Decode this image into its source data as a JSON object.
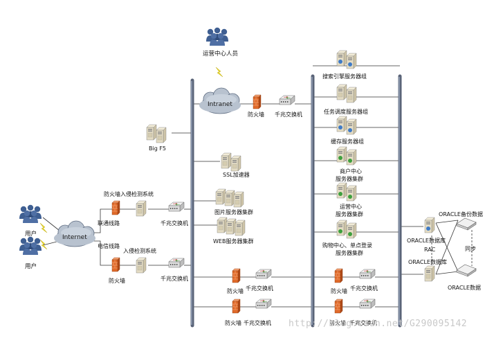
{
  "watermark": "http://blog.csdn.net/G290095142",
  "labels": {
    "ops_staff": "运营中心人员",
    "intranet": "Intranet",
    "internet": "Internet",
    "user1": "用户",
    "user2": "用户",
    "bigf5": "Big F5",
    "ssl": "SSL加速器",
    "image_cluster": "图片服务器集群",
    "web_cluster": "WEB服务器集群",
    "fw_ids_1": "防火墙入侵检测系统",
    "unicom_line": "联通线路",
    "telecom_line": "电信线路",
    "ids_2": "入侵检测系统",
    "fw_left_2": "防火墙",
    "switch_left_1": "千兆交换机",
    "switch_left_2": "千兆交换机",
    "fw_intranet": "防火墙",
    "switch_intranet": "千兆交换机",
    "fw_mid_1": "防火墙",
    "switch_mid_1": "千兆交换机",
    "fw_mid_2": "防火墙",
    "switch_mid_2": "千兆交换机",
    "fw_right_1": "防火墙",
    "switch_right_1": "千兆交换机",
    "fw_right_2": "防火墙",
    "switch_right_2": "千兆交换机",
    "search_group": "搜索引擎服务器组",
    "task_group": "任务调度服务器组",
    "cache_group": "缓存服务器组",
    "merchant_1": "商户中心",
    "merchant_2": "服务器集群",
    "ops_center_1": "运营中心",
    "ops_center_2": "服务器集群",
    "shop_1": "购物中心、单点登录",
    "shop_2": "服务器集群",
    "oracle_db_1": "ORACLE数据库",
    "rac": "RAC",
    "oracle_db_2": "ORACLE数据库",
    "oracle_backup": "ORACLE备份数据",
    "sync": "同步",
    "oracle_data": "ORACLE数据"
  },
  "icons": {
    "people": "people-group-icon",
    "cloud": "cloud-icon",
    "server": "server-icon",
    "firewall": "firewall-icon",
    "switch": "switch-icon",
    "storage": "storage-disk-icon",
    "lightning": "lightning-icon"
  },
  "colors": {
    "people": "#3f5f92",
    "firewall": "#e06a2a",
    "switch_green": "#55a04a",
    "switch_red": "#c73a3a",
    "server_body": "#e4dcc4",
    "server_fan_blue": "#3f7bc7",
    "server_fan_green": "#3ea03e",
    "cloud": "#b8c2cf",
    "bus": "#5a6478",
    "lightning": "#f2e02a"
  }
}
